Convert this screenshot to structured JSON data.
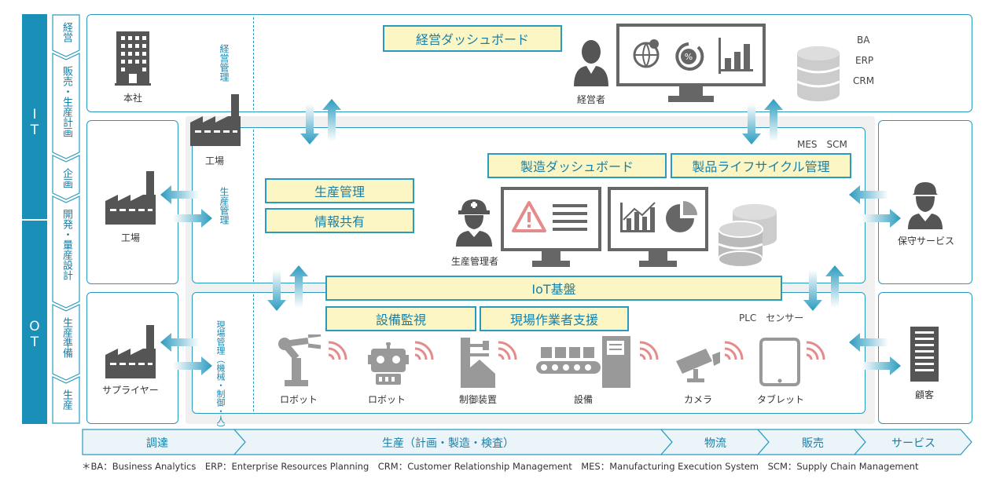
{
  "left_rail": {
    "it_label": "IT",
    "ot_label": "OT",
    "stages": [
      "経営",
      "販売・生産計画",
      "企画",
      "開発・量産設計",
      "生産準備",
      "生産"
    ]
  },
  "top": {
    "hq_label": "本社",
    "mgmt_label": "経営管理",
    "dashboard": "経営ダッシュボード",
    "executive": "経営者",
    "systems": [
      "BA",
      "ERP",
      "CRM"
    ]
  },
  "middle": {
    "factory_left": "工場",
    "factory_inner": "工場",
    "prod_mgmt_vertical": "生産管理",
    "box_prod_mgmt": "生産管理",
    "box_info_share": "情報共有",
    "mfg_dashboard": "製造ダッシュボード",
    "plm": "製品ライフサイクル管理",
    "mes_scm": "MES　SCM",
    "prod_manager": "生産管理者",
    "maintenance": "保守サービス",
    "iot": "IoT基盤"
  },
  "bottom": {
    "supplier": "サプライヤー",
    "field_vertical": "現場管理（機械・制御・人）",
    "box_monitor": "設備監視",
    "box_worker": "現場作業者支援",
    "plc": "PLC　センサー",
    "devices": [
      "ロボット",
      "ロボット",
      "制御装置",
      "設備",
      "カメラ",
      "タブレット"
    ],
    "customer": "顧客"
  },
  "flow": [
    "調達",
    "生産（計画・製造・検査）",
    "物流",
    "販売",
    "サービス"
  ],
  "footnote": "＊BA：Business Analytics　ERP：Enterprise Resources Planning　CRM：Customer Relationship Management　MES：Manufacturing Execution System　SCM：Supply Chain Management",
  "colors": {
    "accent": "#2a9bbf",
    "yellow": "#fbf6c4",
    "icon": "#555555",
    "wifi": "#e58b8b"
  }
}
